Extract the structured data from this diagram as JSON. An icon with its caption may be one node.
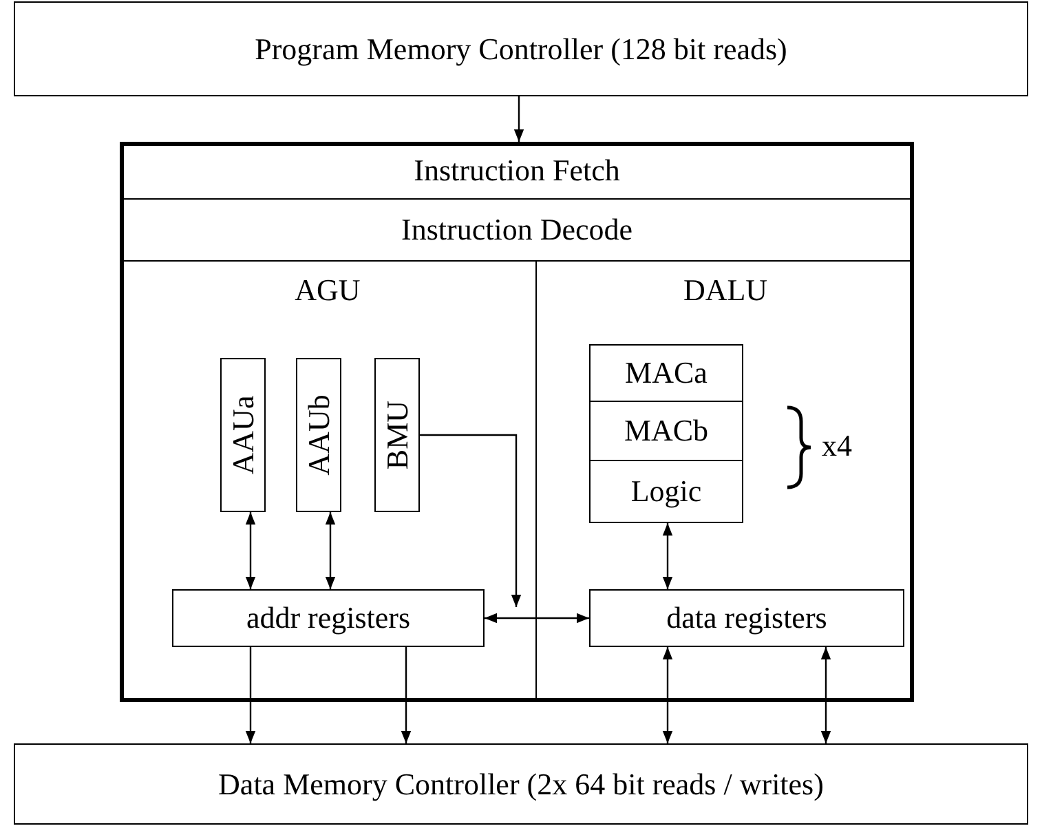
{
  "diagram": {
    "nodes": [
      {
        "text": [
          "Program Memory Controller (128 bit reads)"
        ]
      },
      {
        "text": [],
        "shape": "box"
      },
      {
        "text": [
          "Instruction Fetch"
        ],
        "in": 1
      },
      {
        "text": [
          "Instruction Decode"
        ],
        "in": 1
      },
      {
        "text": [
          "AGU"
        ],
        "in": 1
      },
      {
        "text": [
          "AAUa"
        ],
        "in": 4
      },
      {
        "text": [
          "AAUb"
        ],
        "in": 4
      },
      {
        "text": [
          "BMU"
        ],
        "in": 4
      },
      {
        "text": [
          "addr registers"
        ],
        "in": 4
      },
      {
        "text": [
          "DALU"
        ],
        "in": 1
      },
      {
        "text": [
          "MACa"
        ],
        "in": 9
      },
      {
        "text": [
          "MACb"
        ],
        "in": 9
      },
      {
        "text": [
          "Logic"
        ],
        "in": 9
      },
      {
        "text": [
          "data registers"
        ],
        "in": 9
      },
      {
        "text": [
          "Data Memory Controller (2x 64 bit reads / writes)"
        ]
      }
    ],
    "edges": [
      {
        "from": 0,
        "to": 2,
        "arrow": "to"
      },
      {
        "from": 5,
        "to": 8,
        "arrow": "both"
      },
      {
        "from": 6,
        "to": 8,
        "arrow": "both"
      },
      {
        "from": 7,
        "to": 8,
        "arrow": "to"
      },
      {
        "from": 8,
        "to": 13,
        "arrow": "both"
      },
      {
        "from": 12,
        "to": 13,
        "arrow": "both"
      },
      {
        "from": 8,
        "to": 14,
        "arrow": "to"
      },
      {
        "from": 8,
        "to": 14,
        "arrow": "to"
      },
      {
        "from": 13,
        "to": 14,
        "arrow": "both"
      },
      {
        "from": 13,
        "to": 14,
        "arrow": "both"
      }
    ],
    "labels": [
      "x4"
    ]
  }
}
